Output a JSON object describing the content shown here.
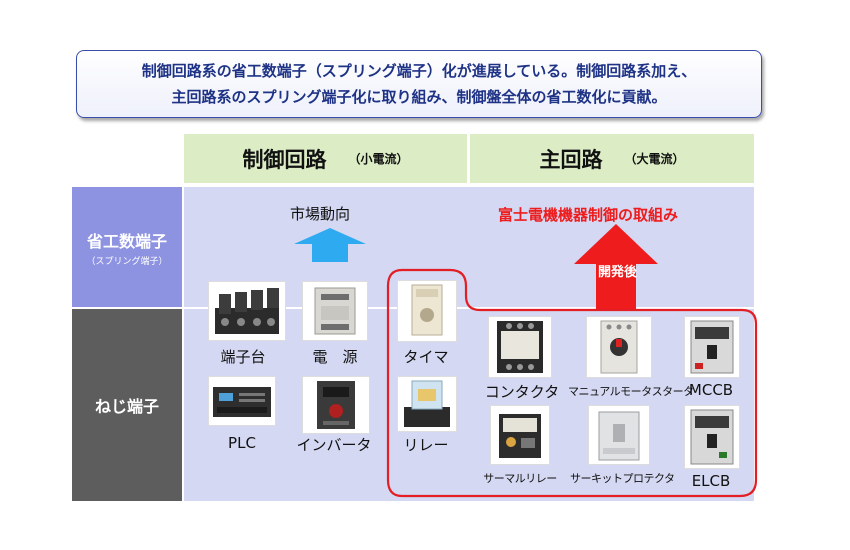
{
  "banner": {
    "line1": "制御回路系の省工数端子（スプリング端子）化が進展している。制御回路系加え、",
    "line2": "主回路系のスプリング端子化に取り組み、制御盤全体の省工数化に貢献。"
  },
  "columns": {
    "control": {
      "title": "制御回路",
      "sub": "（小電流）"
    },
    "main": {
      "title": "主回路",
      "sub": "（大電流）"
    }
  },
  "rows": {
    "spring": {
      "title": "省工数端子",
      "sub": "（スプリング端子）"
    },
    "screw": {
      "title": "ねじ端子"
    }
  },
  "labels": {
    "market_trend": "市場動向",
    "fuji_effort": "富士電機機器制御の取組み",
    "developed": "開発後"
  },
  "colors": {
    "header_bg": "#dcedc6",
    "row_spring_bg": "#8d93e1",
    "row_screw_bg": "#5d5d5d",
    "cell_bg": "#d4d8f2",
    "arrow_blue": "#2eaaf0",
    "arrow_red": "#ee1c1c",
    "banner_text": "#1f3386"
  },
  "products": {
    "terminal_block": "端子台",
    "power_supply": "電　源",
    "plc": "PLC",
    "inverter": "インバータ",
    "timer": "タイマ",
    "relay": "リレー",
    "contactor": "コンタクタ",
    "manual_motor_starter": "マニュアルモータスタータ",
    "mccb": "MCCB",
    "thermal_relay": "サーマルリレー",
    "circuit_protector": "サーキットプロテクタ",
    "elcb": "ELCB"
  }
}
